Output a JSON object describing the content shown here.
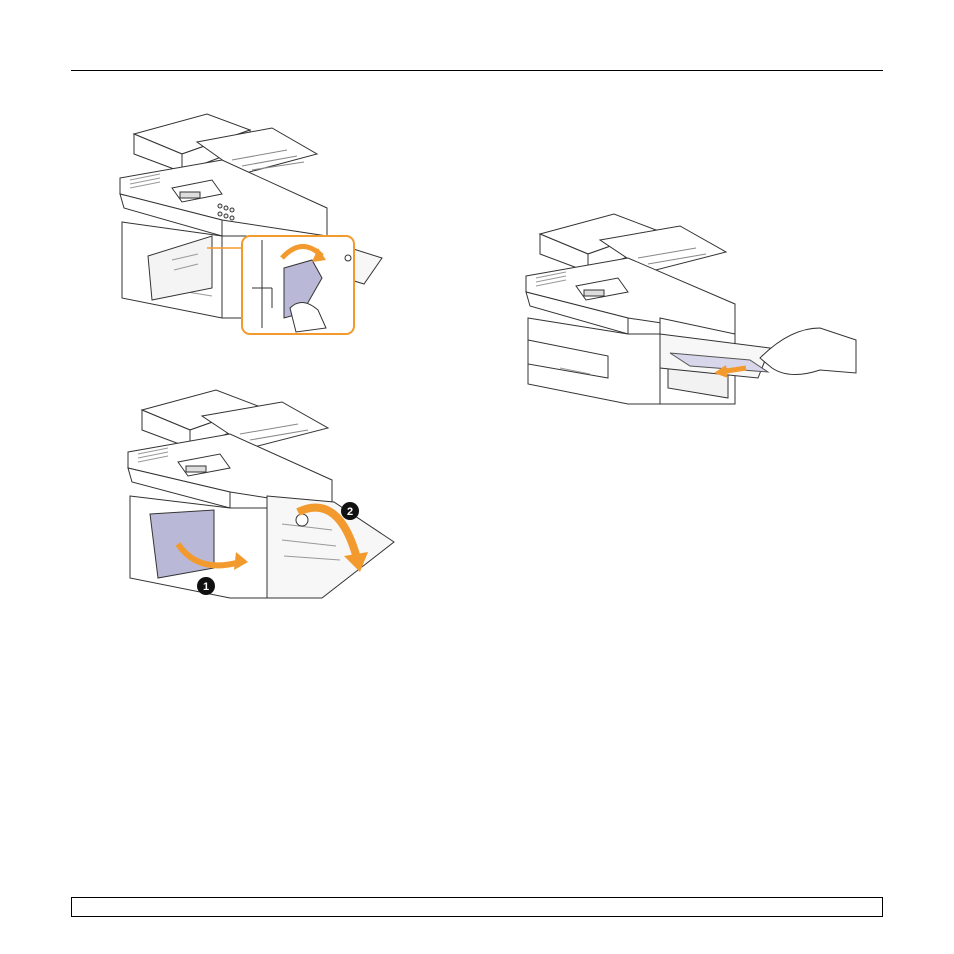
{
  "figures": [
    {
      "id": "fig-1",
      "subject": "printer-open-front-cover-with-lever-detail"
    },
    {
      "id": "fig-2",
      "subject": "printer-side-cover-open-paper-removal"
    },
    {
      "id": "fig-3",
      "subject": "printer-closing-covers"
    }
  ],
  "callouts": {
    "step1": "1",
    "step2": "2"
  },
  "colors": {
    "accent_orange": "#F39A2E",
    "line": "#333333",
    "cover_shade": "#B9B8D6",
    "paper_shade": "#D8D6EA"
  },
  "icons": [
    "curved-arrow-icon",
    "straight-arrow-icon",
    "numbered-badge-icon"
  ],
  "footer": {
    "text": ""
  }
}
